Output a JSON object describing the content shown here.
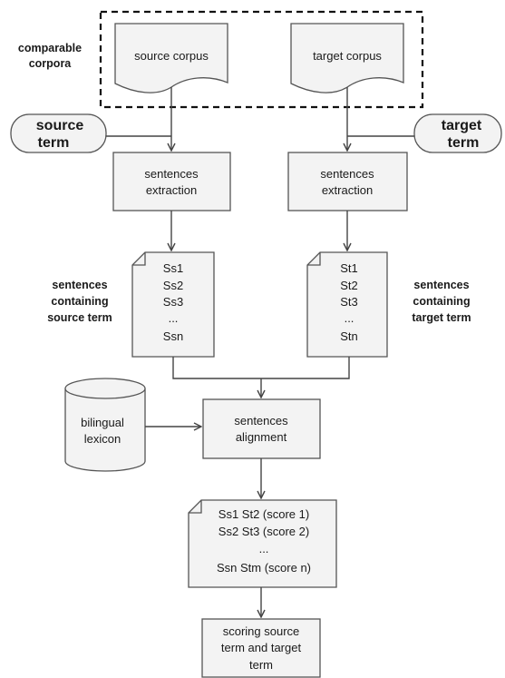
{
  "comparable_corpora": {
    "line1": "comparable",
    "line2": "corpora"
  },
  "source_corpus": "source corpus",
  "target_corpus": "target corpus",
  "source_term": {
    "line1": "source",
    "line2": "term"
  },
  "target_term": {
    "line1": "target",
    "line2": "term"
  },
  "source_extraction": {
    "line1": "sentences",
    "line2": "extraction"
  },
  "target_extraction": {
    "line1": "sentences",
    "line2": "extraction"
  },
  "source_sentences": [
    "Ss1",
    "Ss2",
    "Ss3",
    "...",
    "Ssn"
  ],
  "target_sentences": [
    "St1",
    "St2",
    "St3",
    "...",
    "Stn"
  ],
  "source_sentences_label": {
    "line1": "sentences",
    "line2": "containing",
    "line3": "source term"
  },
  "target_sentences_label": {
    "line1": "sentences",
    "line2": "containing",
    "line3": "target term"
  },
  "bilingual_lexicon": {
    "line1": "bilingual",
    "line2": "lexicon"
  },
  "alignment": {
    "line1": "sentences",
    "line2": "alignment"
  },
  "aligned_pairs": [
    "Ss1 St2 (score 1)",
    "Ss2 St3 (score 2)",
    "...",
    "Ssn Stm (score n)"
  ],
  "scoring": {
    "line1": "scoring source",
    "line2": "term and target",
    "line3": "term"
  }
}
